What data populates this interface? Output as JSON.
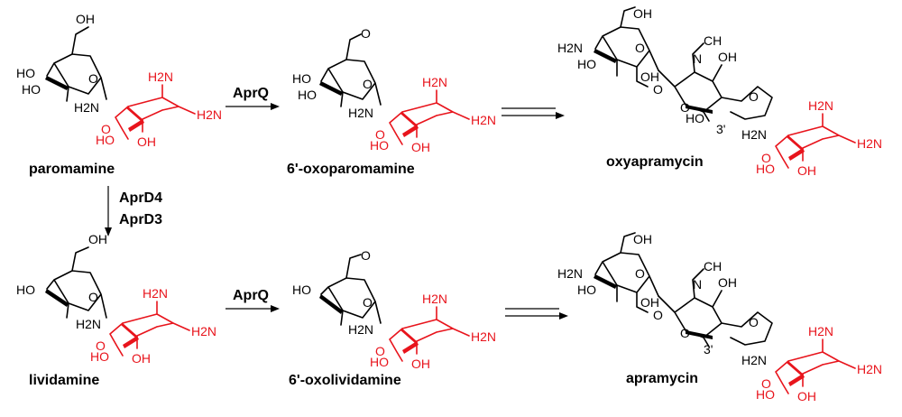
{
  "compounds": {
    "paromamine": "paromamine",
    "oxoparomamine": "6'-oxoparomamine",
    "oxyapramycin": "oxyapramycin",
    "lividamine": "lividamine",
    "oxolividamine": "6'-oxolividamine",
    "apramycin": "apramycin"
  },
  "enzymes": {
    "aprq_top": "AprQ",
    "aprq_bottom": "AprQ",
    "aprd4": "AprD4",
    "aprd3": "AprD3"
  },
  "atom_labels": {
    "ho": "HO",
    "oh": "OH",
    "o": "O",
    "h2n": "H2N",
    "h": "H",
    "n": "N",
    "two": "2",
    "ch": "CH",
    "three": "3",
    "position": "3'"
  },
  "colors": {
    "bond": "#000000",
    "deoxystreptamine": "#e8141c"
  }
}
